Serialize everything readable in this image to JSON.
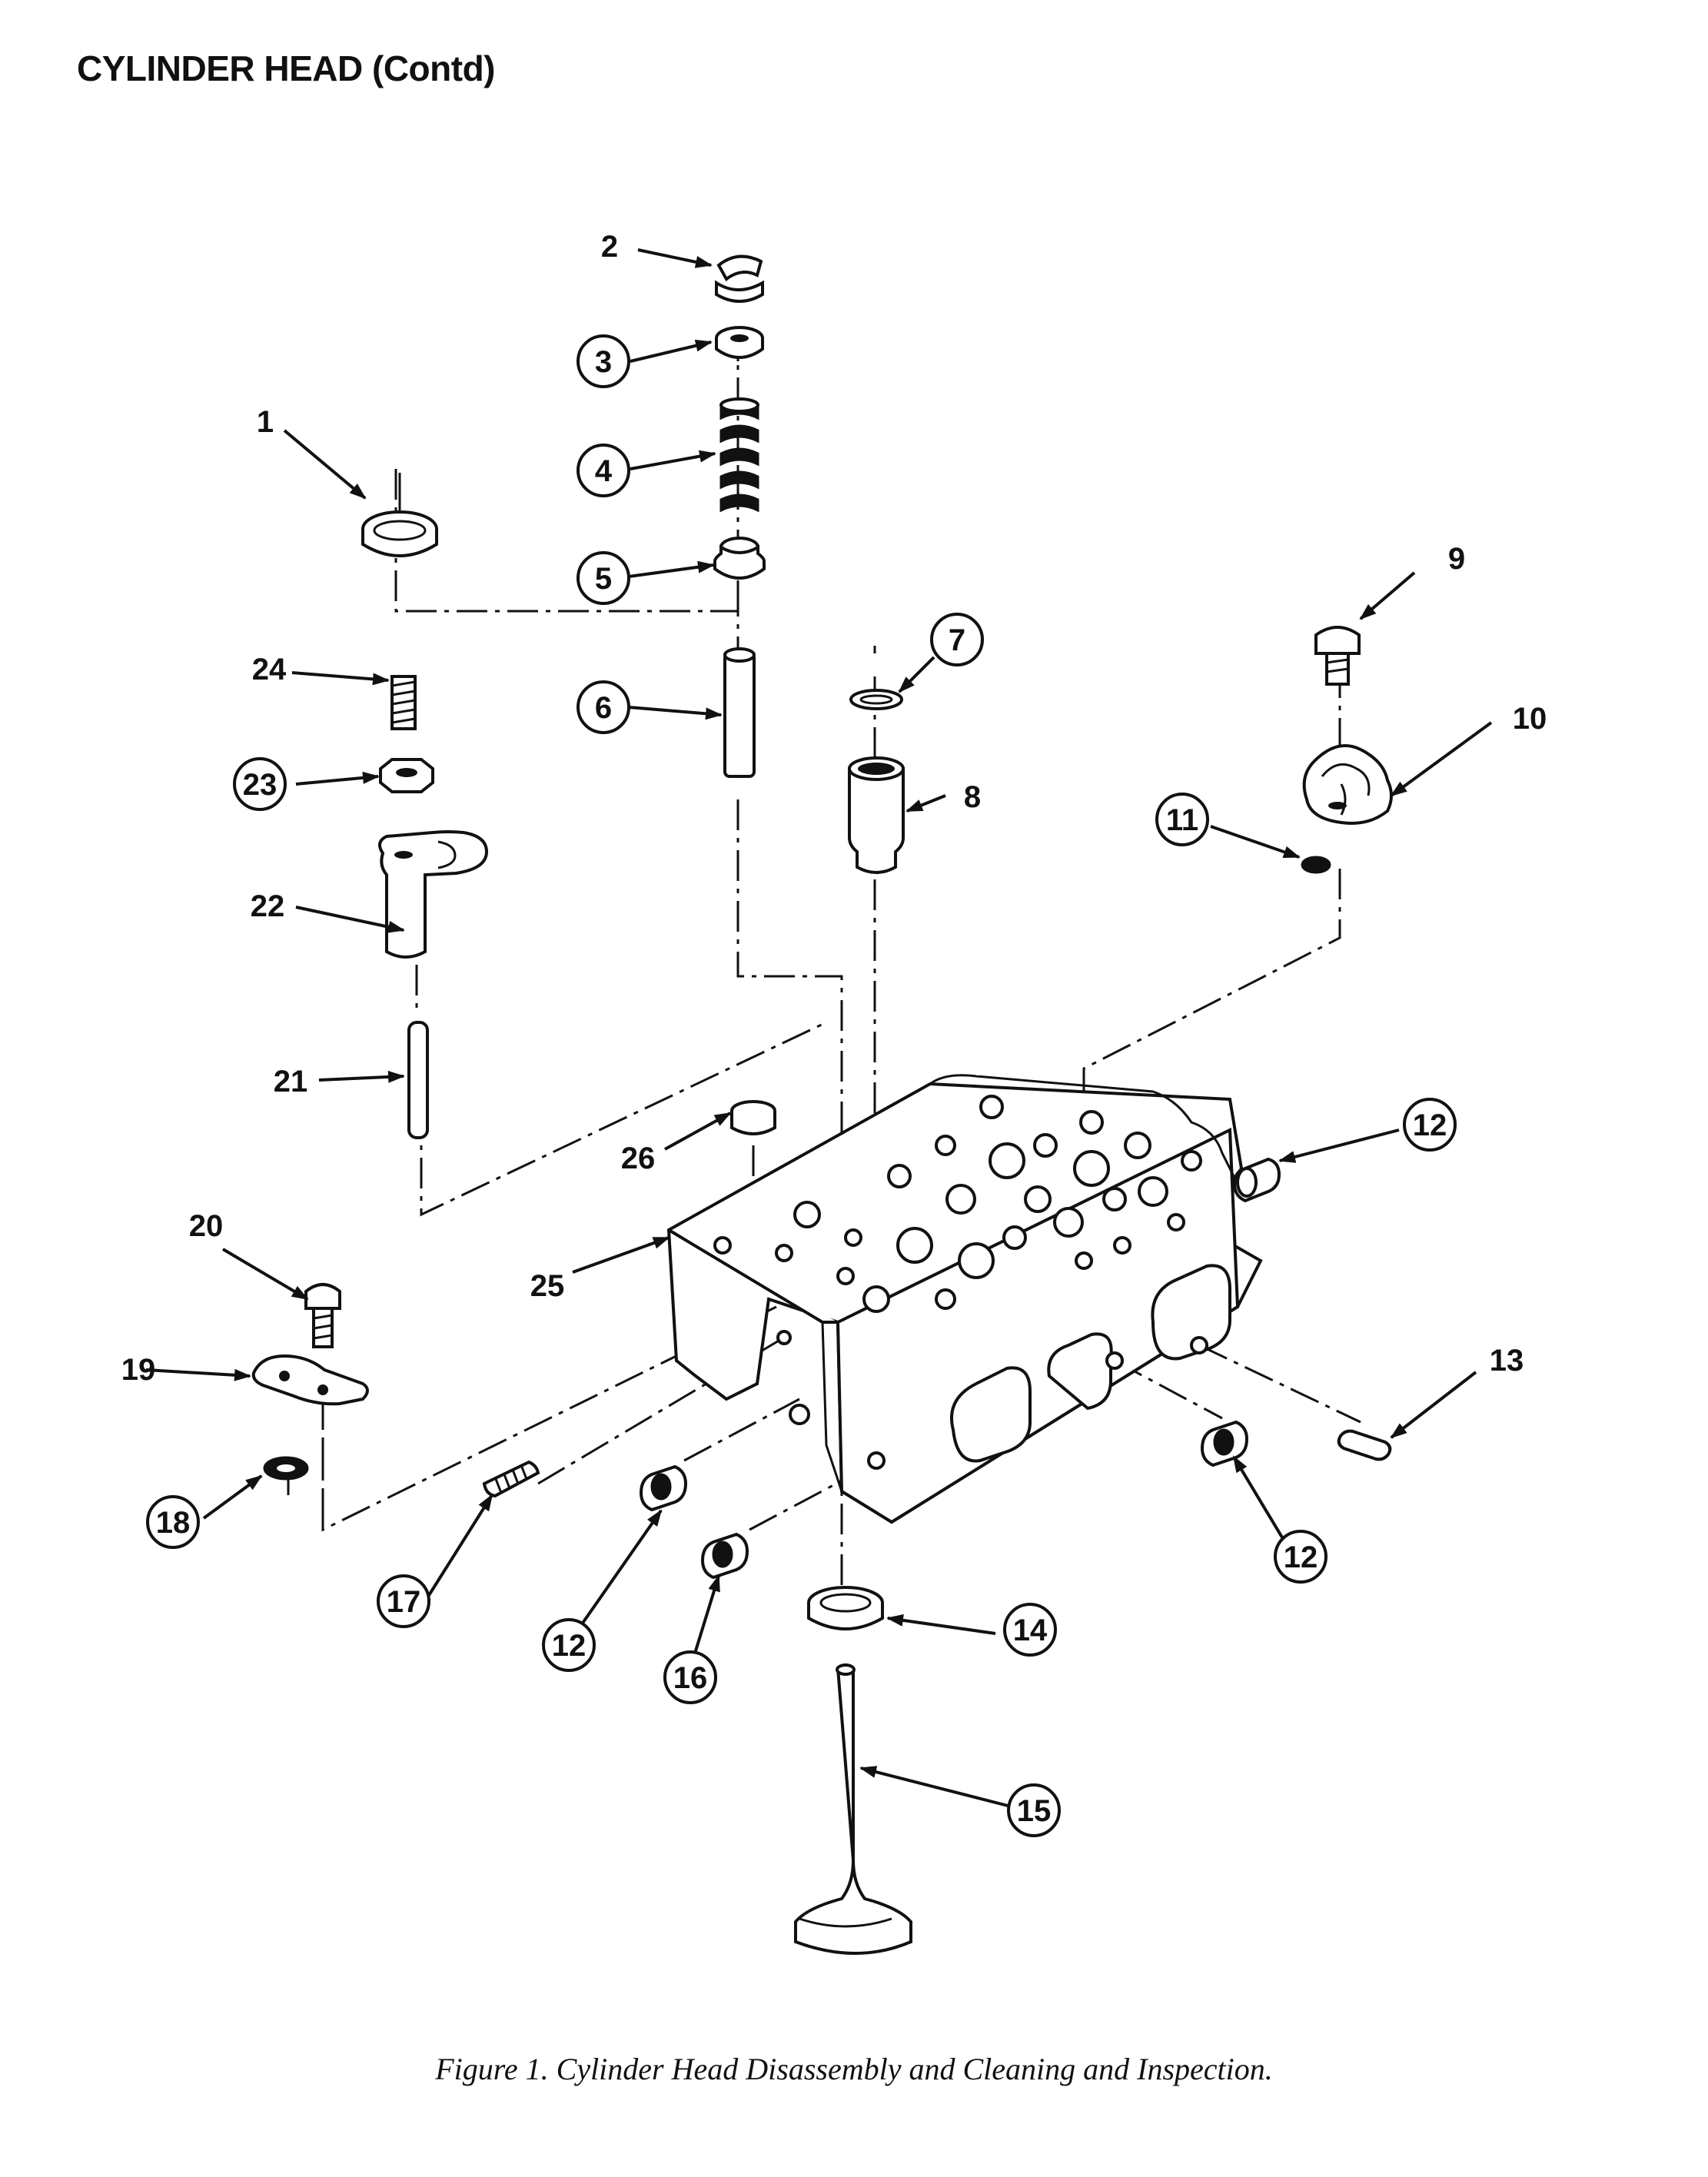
{
  "header": {
    "title": "CYLINDER HEAD (Contd)"
  },
  "figure": {
    "caption": "Figure 1. Cylinder Head Disassembly and Cleaning and Inspection."
  },
  "callouts": {
    "c1": "1",
    "c2": "2",
    "c3": "3",
    "c4": "4",
    "c5": "5",
    "c6": "6",
    "c7": "7",
    "c8": "8",
    "c9": "9",
    "c10": "10",
    "c11": "11",
    "c12a": "12",
    "c12b": "12",
    "c12c": "12",
    "c13": "13",
    "c14": "14",
    "c15": "15",
    "c16": "16",
    "c17": "17",
    "c18": "18",
    "c19": "19",
    "c20": "20",
    "c21": "21",
    "c22": "22",
    "c23": "23",
    "c24": "24",
    "c25": "25",
    "c26": "26"
  }
}
